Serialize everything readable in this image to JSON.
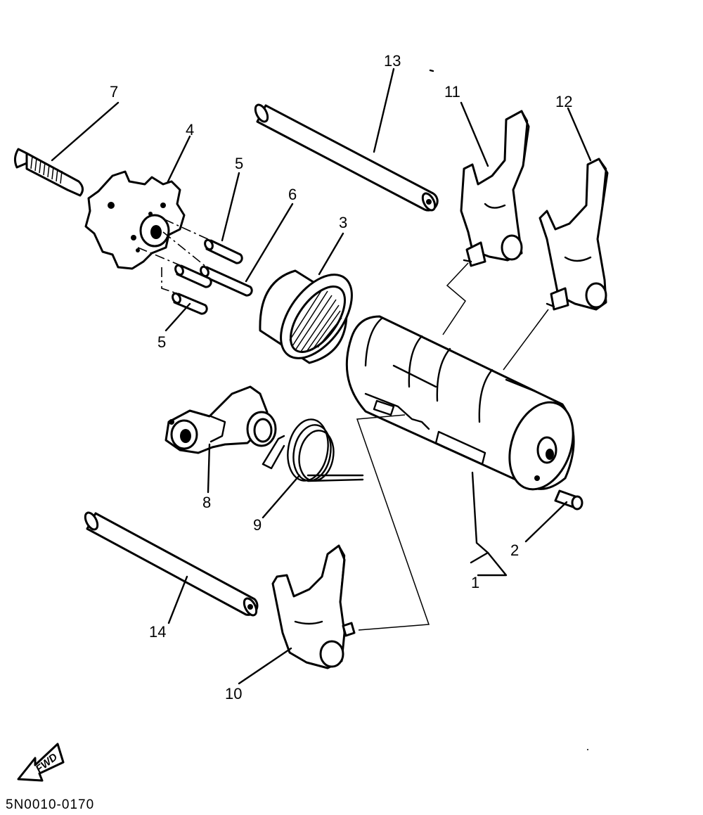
{
  "diagram": {
    "part_labels": {
      "l1": "1",
      "l2": "2",
      "l3": "3",
      "l4": "4",
      "l5a": "5",
      "l5b": "5",
      "l6": "6",
      "l7": "7",
      "l8": "8",
      "l9": "9",
      "l10": "10",
      "l11": "11",
      "l12": "12",
      "l13": "13",
      "l14": "14"
    },
    "fwd_label": "FWD",
    "drawing_code": "5N0010-0170"
  },
  "colors": {
    "line": "#000000",
    "background": "#ffffff"
  }
}
